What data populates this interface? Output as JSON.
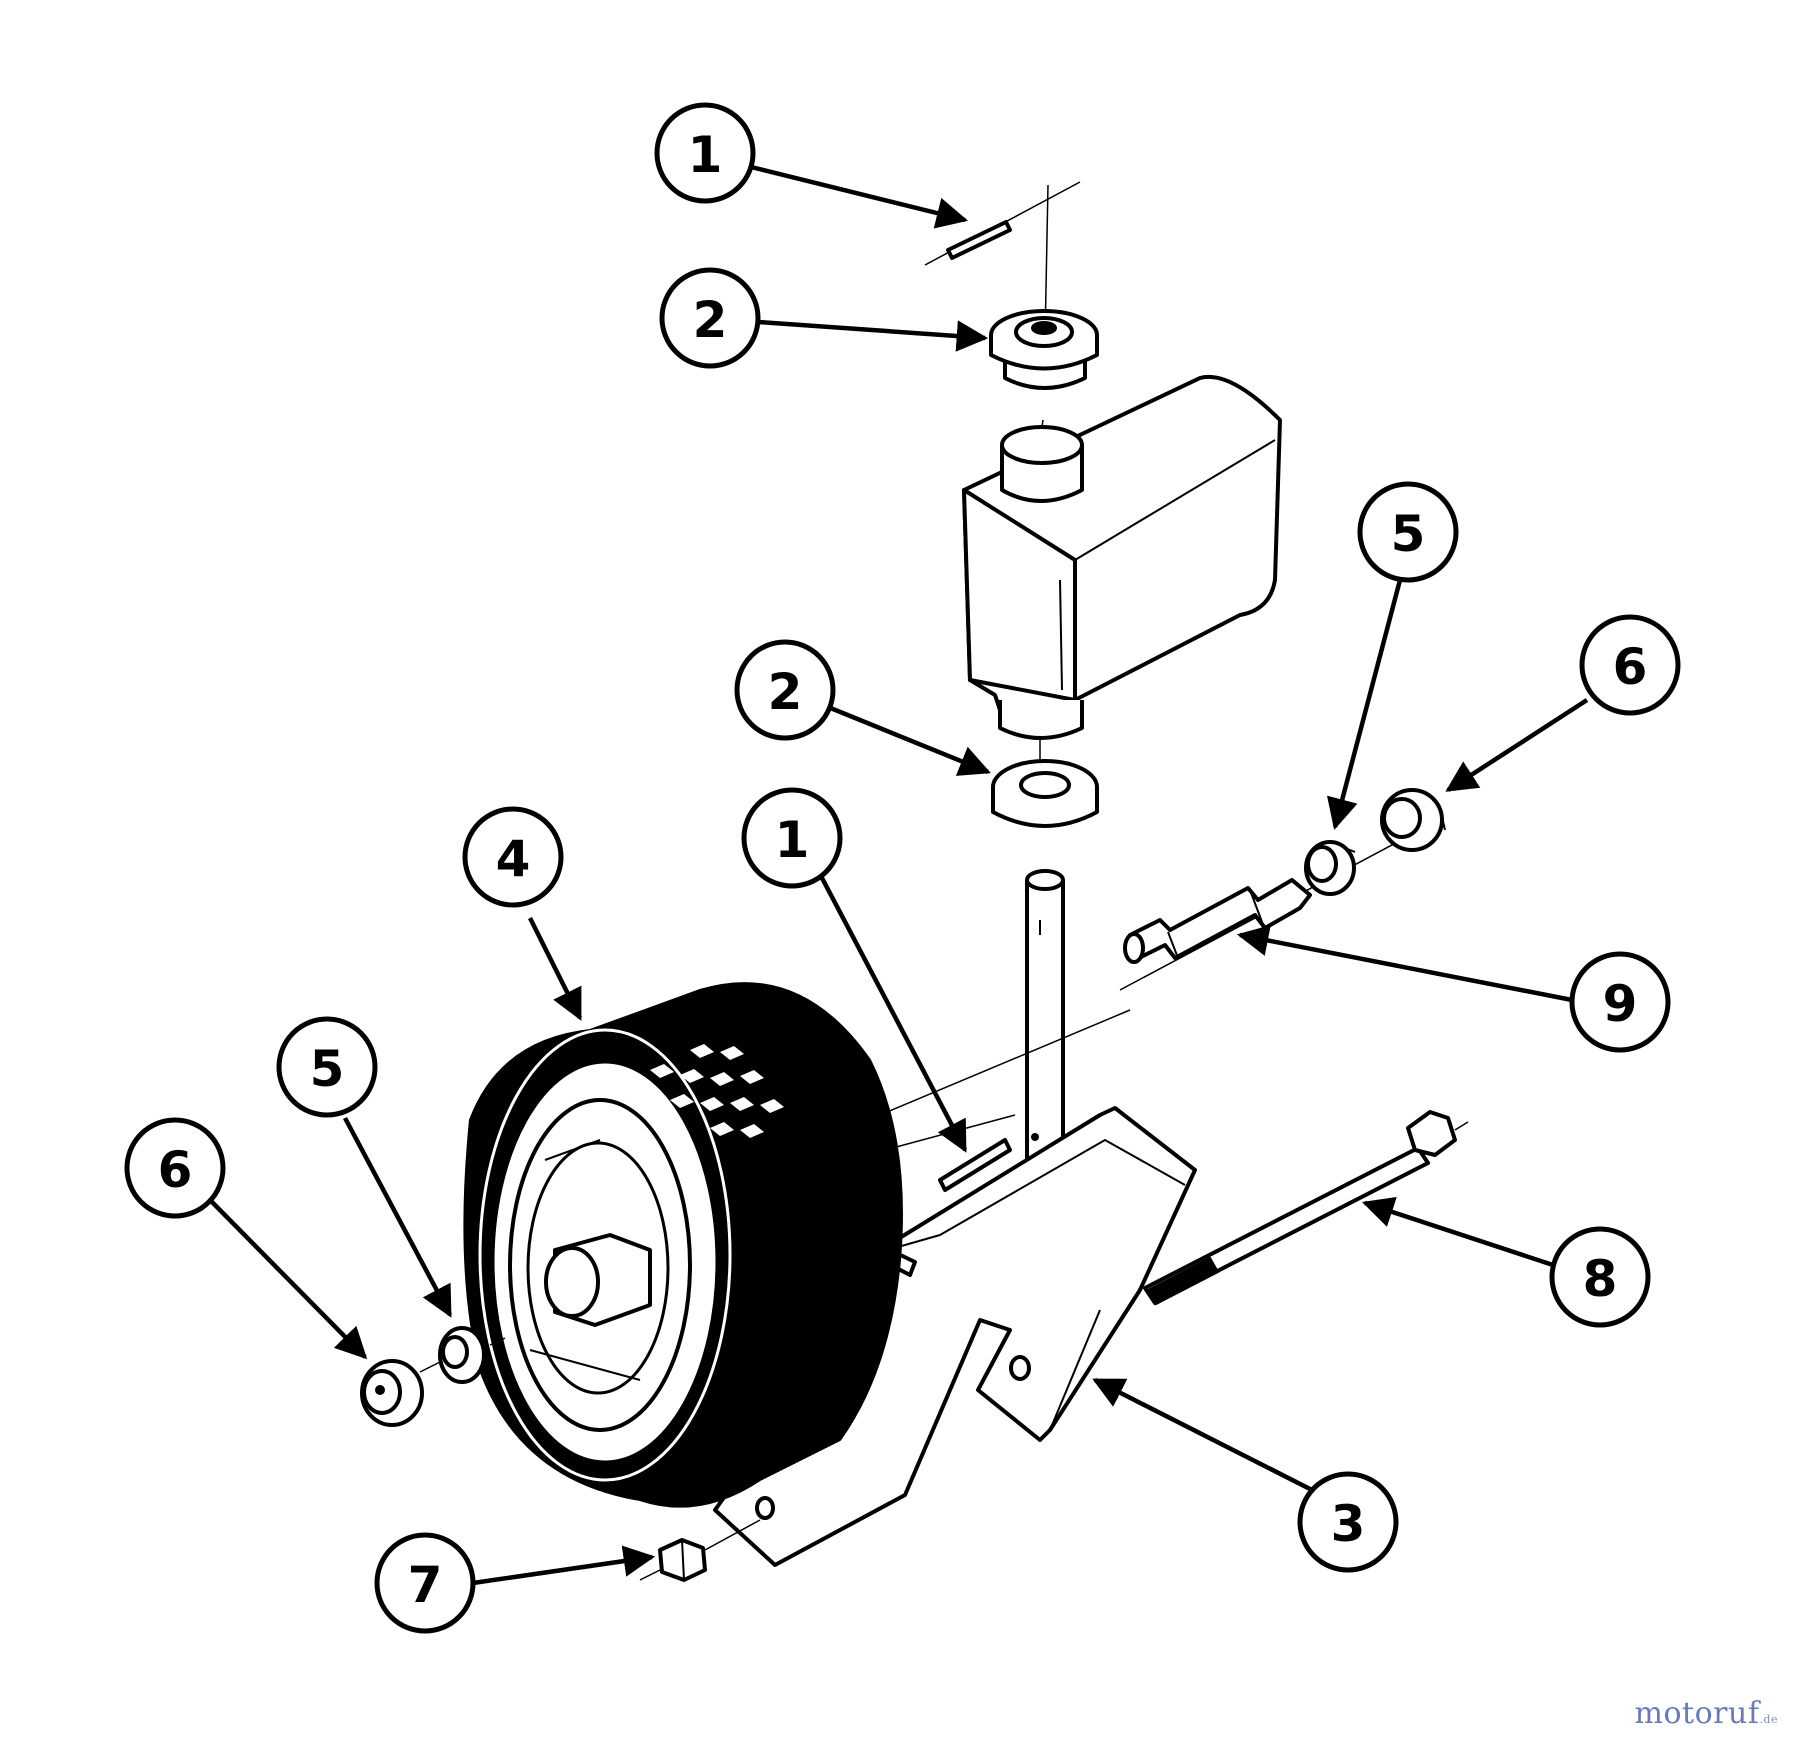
{
  "diagram": {
    "callouts": [
      {
        "id": "c1a",
        "label": "1"
      },
      {
        "id": "c2a",
        "label": "2"
      },
      {
        "id": "c2b",
        "label": "2"
      },
      {
        "id": "c5a",
        "label": "5"
      },
      {
        "id": "c6a",
        "label": "6"
      },
      {
        "id": "c1b",
        "label": "1"
      },
      {
        "id": "c4",
        "label": "4"
      },
      {
        "id": "c9",
        "label": "9"
      },
      {
        "id": "c5b",
        "label": "5"
      },
      {
        "id": "c6b",
        "label": "6"
      },
      {
        "id": "c8",
        "label": "8"
      },
      {
        "id": "c3",
        "label": "3"
      },
      {
        "id": "c7",
        "label": "7"
      }
    ]
  },
  "watermark": {
    "name": "motoruf",
    "tld": ".de",
    "color": "#6a79b8"
  }
}
